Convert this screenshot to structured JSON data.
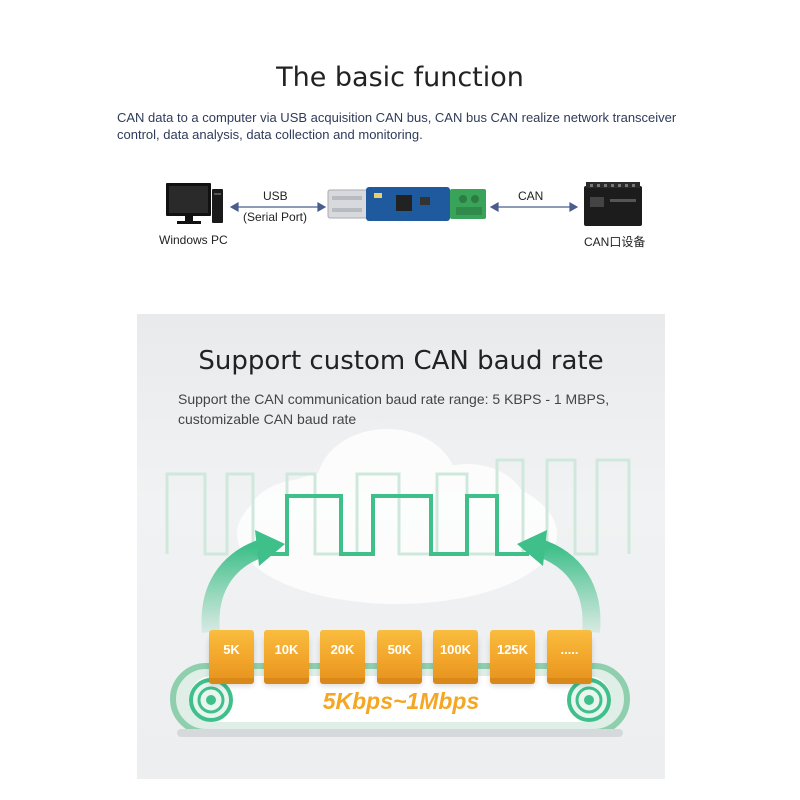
{
  "section1": {
    "title": "The basic function",
    "description": "CAN data to a computer via USB acquisition CAN bus, CAN bus CAN realize network transceiver control, data analysis, data collection and monitoring.",
    "diagram": {
      "pc_label": "Windows PC",
      "usb_label": "USB",
      "serial_label": "(Serial Port)",
      "can_label": "CAN",
      "device_label": "CAN口设备"
    }
  },
  "section2": {
    "title": "Support custom CAN baud rate",
    "description": "Support the CAN communication baud rate range: 5 KBPS - 1 MBPS, customizable CAN baud rate",
    "chips": [
      "5K",
      "10K",
      "20K",
      "50K",
      "100K",
      "125K",
      "....."
    ],
    "range_label": "5Kbps~1Mbps",
    "colors": {
      "accent": "#f5a623",
      "green": "#3fbf8a",
      "chip": "#f2a62a"
    }
  }
}
